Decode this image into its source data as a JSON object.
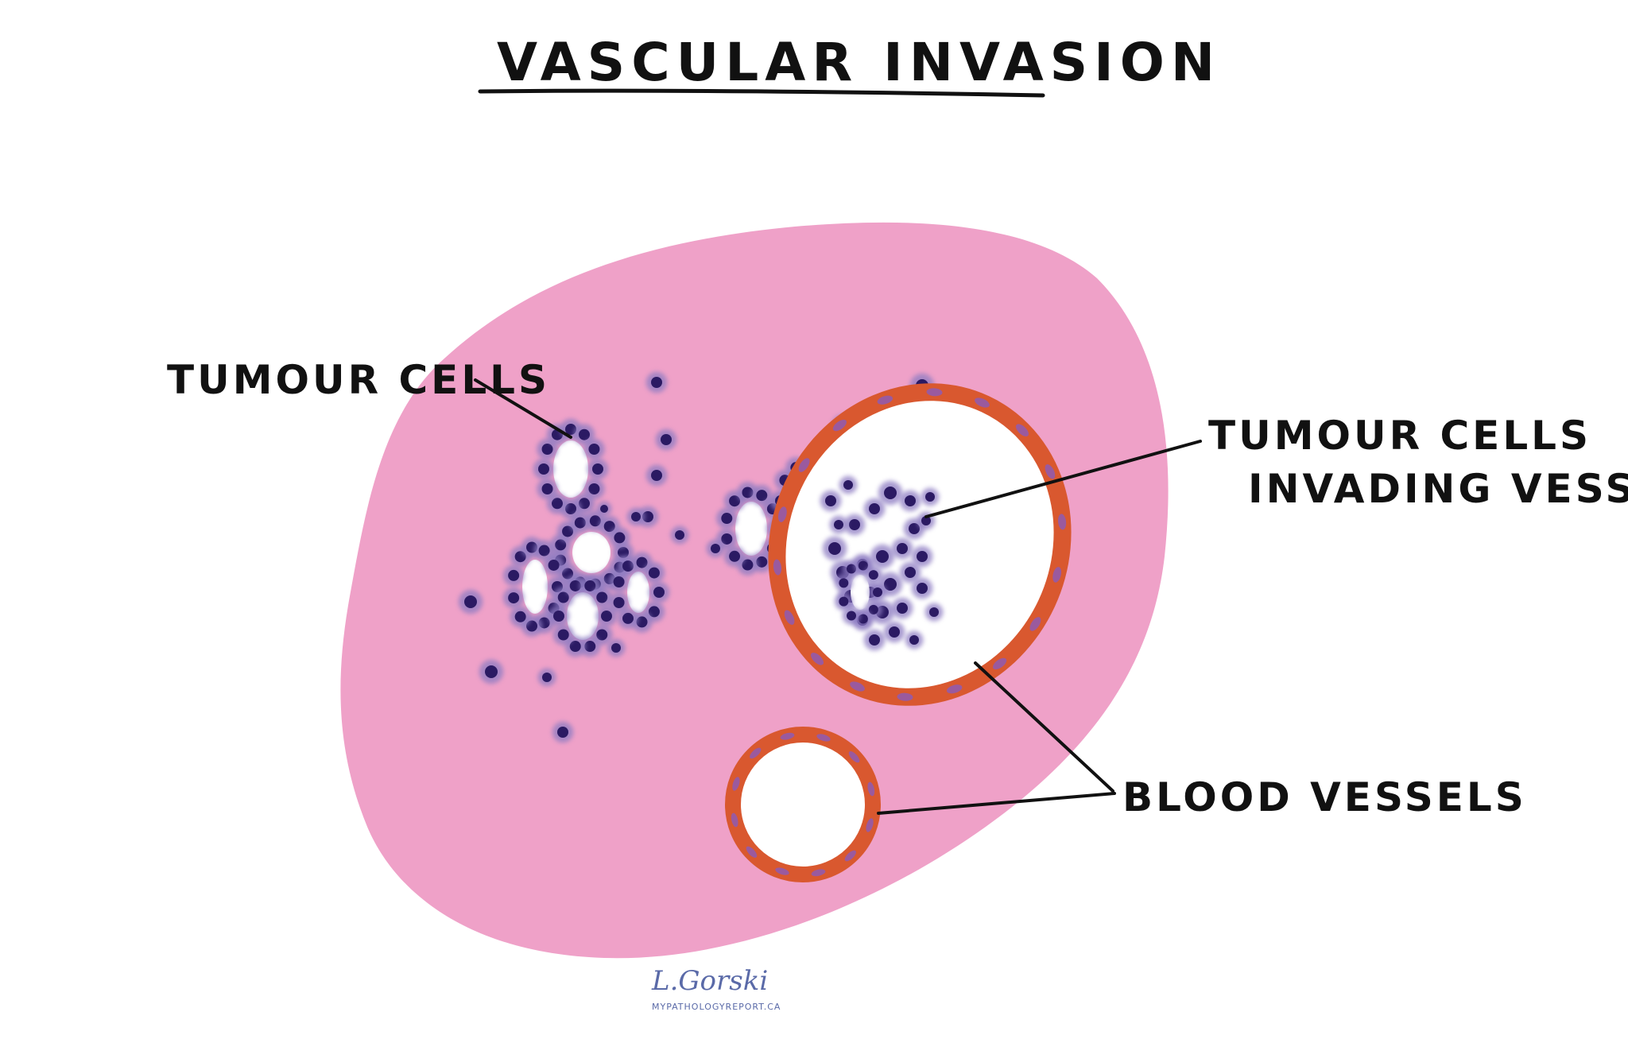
{
  "title": "VASCULAR INVASION",
  "labels": {
    "tumour_cells": "TUMOUR CELLS",
    "invading_line1": "TUMOUR CELLS",
    "invading_line2": "INVADING VESSELS",
    "blood_vessels": "BLOOD VESSELS"
  },
  "signature": {
    "name": "L.Gorski",
    "site": "MYPATHOLOGYREPORT.CA"
  },
  "colors": {
    "tissue": "#efa1c8",
    "cell_halo": "#8d7bc2",
    "cell_nucleus": "#2b1a63",
    "vessel_wall": "#d9582f",
    "vessel_wall_dot": "#9a5a9e",
    "lumen": "#ffffff",
    "ink": "#111111"
  }
}
